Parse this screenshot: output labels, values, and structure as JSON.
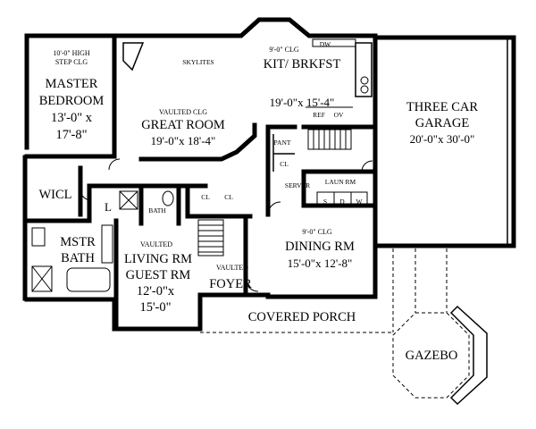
{
  "rooms": {
    "master_bedroom": {
      "note_1": "10'-0\" HIGH",
      "note_2": "STEP CLG",
      "name_1": "MASTER",
      "name_2": "BEDROOM",
      "dim_1": "13'-0\" x",
      "dim_2": "17'-8\""
    },
    "great_room": {
      "note": "VAULTED CLG",
      "name": "GREAT ROOM",
      "dim": "19'-0\"x 18'-4\"",
      "skylites": "SKYLITES"
    },
    "kitchen": {
      "note": "9'-0\" CLG",
      "name": "KIT/ BRKFST",
      "dim": "19'-0\"x 15'-4\"",
      "dw": "DW",
      "ref": "REF",
      "ov": "OV"
    },
    "garage": {
      "name_1": "THREE CAR",
      "name_2": "GARAGE",
      "dim": "20'-0\"x 30'-0\""
    },
    "pantry": {
      "name": "PANT"
    },
    "closet_small": {
      "name": "CL"
    },
    "server": {
      "name": "SERVER"
    },
    "laundry": {
      "name": "LAUN RM",
      "s": "S",
      "d": "D",
      "w": "W"
    },
    "wicl": {
      "name": "WICL"
    },
    "linen": {
      "name": "L"
    },
    "bath": {
      "name": "BATH"
    },
    "closets": {
      "cl_1": "CL",
      "cl_2": "CL"
    },
    "master_bath": {
      "name_1": "MSTR",
      "name_2": "BATH"
    },
    "living_room": {
      "note": "VAULTED",
      "name_1": "LIVING RM",
      "name_2": "GUEST RM",
      "dim_1": "12'-0\"x",
      "dim_2": "15'-0\""
    },
    "foyer": {
      "note": "VAULTED",
      "name": "FOYER"
    },
    "dining_room": {
      "note": "9'-0\" CLG",
      "name": "DINING RM",
      "dim": "15'-0\"x 12'-8\""
    },
    "porch": {
      "name": "COVERED PORCH"
    },
    "gazebo": {
      "name": "GAZEBO"
    }
  }
}
